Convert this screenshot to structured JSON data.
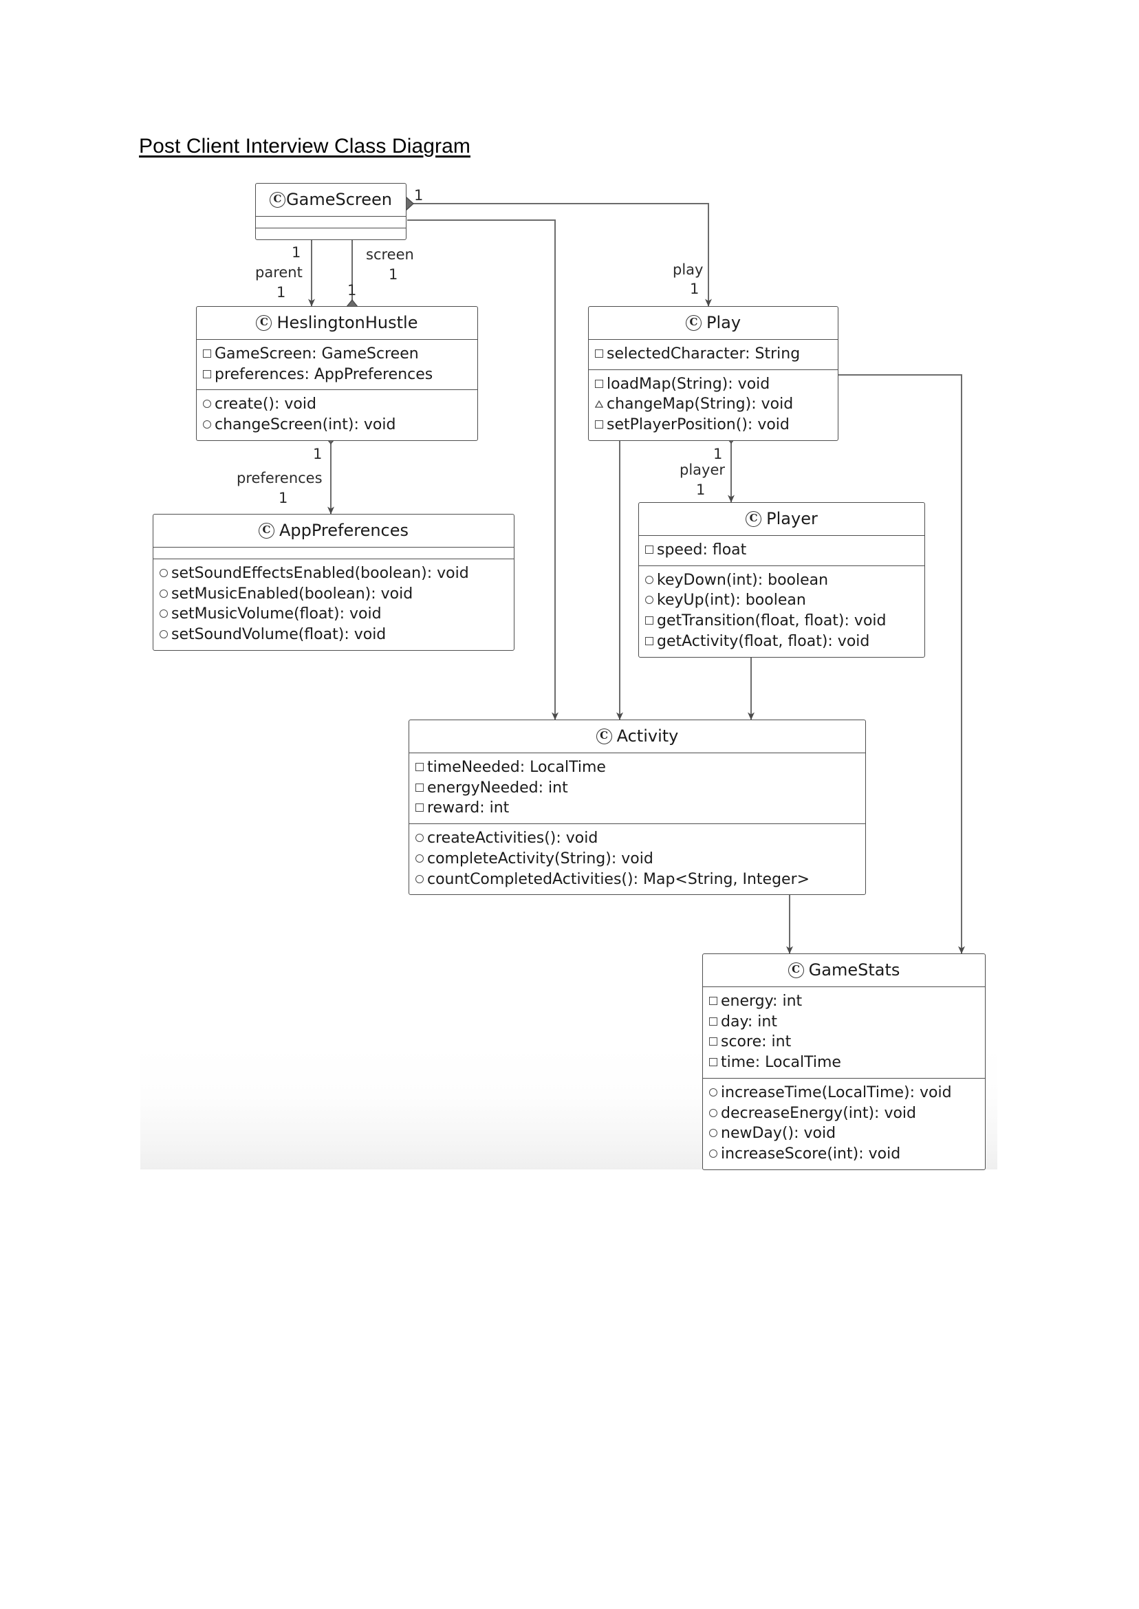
{
  "document": {
    "title": "Post Client Interview Class Diagram"
  },
  "diagram": {
    "type": "uml-class-diagram",
    "class_icon": "C",
    "visibility_markers": {
      "package": "square",
      "public": "circle",
      "protected": "triangle"
    },
    "classes": [
      {
        "id": "gamescreen",
        "name": "GameScreen",
        "attributes": [],
        "methods": []
      },
      {
        "id": "heslingtonhustle",
        "name": "HeslingtonHustle",
        "attributes": [
          {
            "vis": "package",
            "text": "GameScreen: GameScreen"
          },
          {
            "vis": "package",
            "text": "preferences: AppPreferences"
          }
        ],
        "methods": [
          {
            "vis": "public",
            "text": "create(): void"
          },
          {
            "vis": "public",
            "text": "changeScreen(int): void"
          }
        ]
      },
      {
        "id": "play",
        "name": "Play",
        "attributes": [
          {
            "vis": "package",
            "text": "selectedCharacter: String"
          }
        ],
        "methods": [
          {
            "vis": "package",
            "text": "loadMap(String): void"
          },
          {
            "vis": "protected",
            "text": "changeMap(String): void"
          },
          {
            "vis": "package",
            "text": "setPlayerPosition(): void"
          }
        ]
      },
      {
        "id": "apppreferences",
        "name": "AppPreferences",
        "attributes": [],
        "methods": [
          {
            "vis": "public",
            "text": "setSoundEffectsEnabled(boolean): void"
          },
          {
            "vis": "public",
            "text": "setMusicEnabled(boolean): void"
          },
          {
            "vis": "public",
            "text": "setMusicVolume(float): void"
          },
          {
            "vis": "public",
            "text": "setSoundVolume(float): void"
          }
        ]
      },
      {
        "id": "player",
        "name": "Player",
        "attributes": [
          {
            "vis": "package",
            "text": "speed: float"
          }
        ],
        "methods": [
          {
            "vis": "public",
            "text": "keyDown(int): boolean"
          },
          {
            "vis": "public",
            "text": "keyUp(int): boolean"
          },
          {
            "vis": "package",
            "text": "getTransition(float, float): void"
          },
          {
            "vis": "package",
            "text": "getActivity(float, float): void"
          }
        ]
      },
      {
        "id": "activity",
        "name": "Activity",
        "attributes": [
          {
            "vis": "package",
            "text": "timeNeeded: LocalTime"
          },
          {
            "vis": "package",
            "text": "energyNeeded: int"
          },
          {
            "vis": "package",
            "text": "reward: int"
          }
        ],
        "methods": [
          {
            "vis": "public",
            "text": "createActivities(): void"
          },
          {
            "vis": "public",
            "text": "completeActivity(String): void"
          },
          {
            "vis": "public",
            "text": "countCompletedActivities(): Map<String, Integer>"
          }
        ]
      },
      {
        "id": "gamestats",
        "name": "GameStats",
        "attributes": [
          {
            "vis": "package",
            "text": "energy: int"
          },
          {
            "vis": "package",
            "text": "day: int"
          },
          {
            "vis": "package",
            "text": "score: int"
          },
          {
            "vis": "package",
            "text": "time: LocalTime"
          }
        ],
        "methods": [
          {
            "vis": "public",
            "text": "increaseTime(LocalTime): void"
          },
          {
            "vis": "public",
            "text": "decreaseEnergy(int): void"
          },
          {
            "vis": "public",
            "text": "newDay(): void"
          },
          {
            "vis": "public",
            "text": "increaseScore(int): void"
          }
        ]
      }
    ],
    "associations": [
      {
        "id": "parent",
        "from": "GameScreen",
        "to": "HeslingtonHustle",
        "role": "parent",
        "source_mult": "1",
        "target_mult": "1"
      },
      {
        "id": "screen",
        "from": "HeslingtonHustle",
        "to": "GameScreen",
        "role": "screen",
        "source_mult": "1",
        "target_mult": "1"
      },
      {
        "id": "play",
        "from": "GameScreen",
        "to": "Play",
        "role": "play",
        "source_mult": "1",
        "target_mult": "1"
      },
      {
        "id": "preferences",
        "from": "HeslingtonHustle",
        "to": "AppPreferences",
        "role": "preferences",
        "source_mult": "1",
        "target_mult": "1"
      },
      {
        "id": "player",
        "from": "Play",
        "to": "Player",
        "role": "player",
        "source_mult": "1",
        "target_mult": "1"
      },
      {
        "id": "gs-activity",
        "from": "GameScreen",
        "to": "Activity",
        "role": "",
        "source_mult": "",
        "target_mult": ""
      },
      {
        "id": "play-activity",
        "from": "Play",
        "to": "Activity",
        "role": "",
        "source_mult": "",
        "target_mult": ""
      },
      {
        "id": "player-activity",
        "from": "Player",
        "to": "Activity",
        "role": "",
        "source_mult": "",
        "target_mult": ""
      },
      {
        "id": "activity-stats",
        "from": "Activity",
        "to": "GameStats",
        "role": "",
        "source_mult": "",
        "target_mult": ""
      },
      {
        "id": "play-stats",
        "from": "Play",
        "to": "GameStats",
        "role": "",
        "source_mult": "",
        "target_mult": ""
      }
    ],
    "edge_labels": [
      {
        "id": "parent-near",
        "text": "1"
      },
      {
        "id": "parent-role",
        "text": "parent"
      },
      {
        "id": "parent-far",
        "text": "1"
      },
      {
        "id": "screen-role",
        "text": "screen"
      },
      {
        "id": "screen-far",
        "text": "1"
      },
      {
        "id": "screen-near",
        "text": "1"
      },
      {
        "id": "gs-right-mult",
        "text": "1"
      },
      {
        "id": "play-role",
        "text": "play"
      },
      {
        "id": "play-mult",
        "text": "1"
      },
      {
        "id": "prefs-near",
        "text": "1"
      },
      {
        "id": "prefs-role",
        "text": "preferences"
      },
      {
        "id": "prefs-far",
        "text": "1"
      },
      {
        "id": "player-near",
        "text": "1"
      },
      {
        "id": "player-role",
        "text": "player"
      },
      {
        "id": "player-far",
        "text": "1"
      }
    ]
  }
}
